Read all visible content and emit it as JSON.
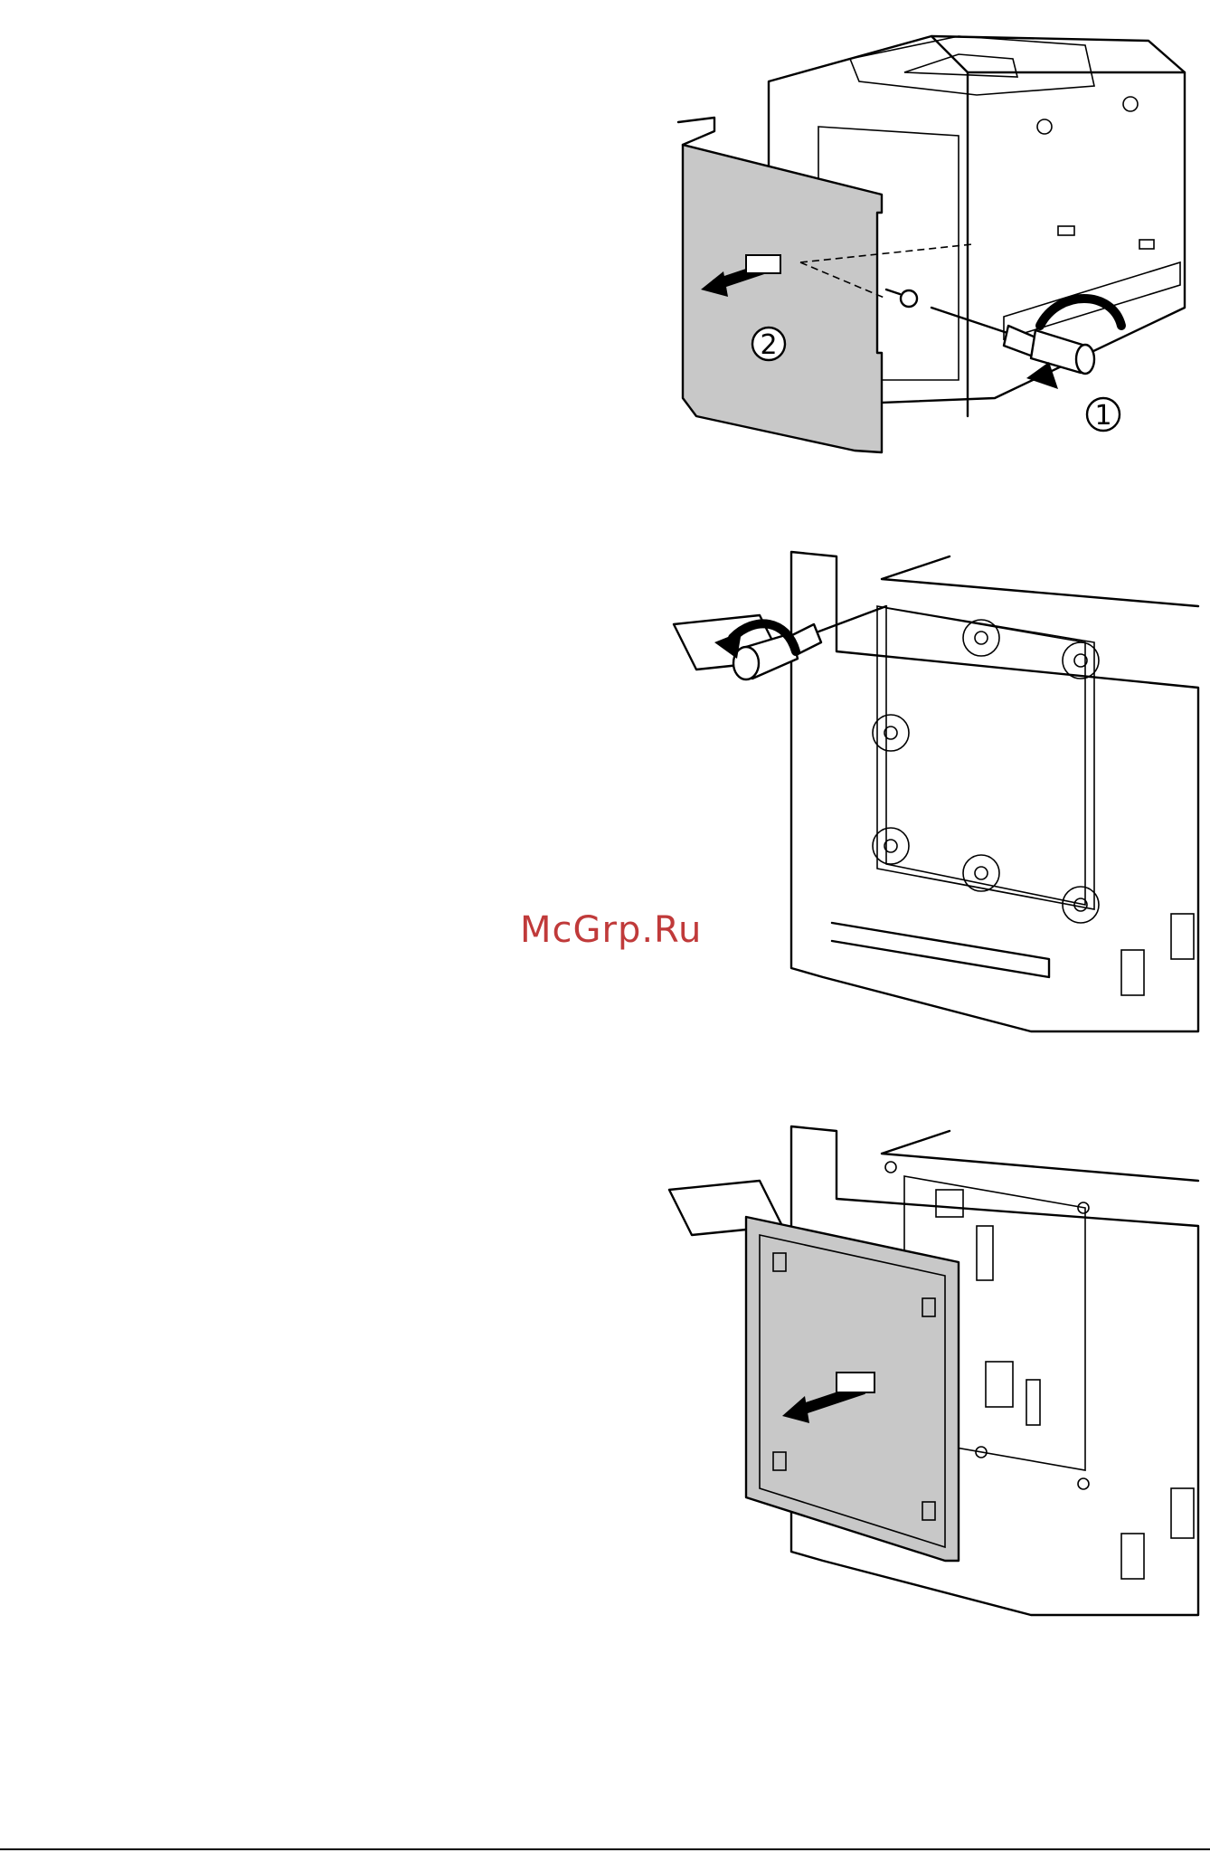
{
  "watermark": {
    "text": "McGrp.Ru",
    "color": "#c03a3a"
  },
  "figures": [
    {
      "callouts": [
        "2",
        "1"
      ],
      "icons": [
        "cover-panel",
        "screwdriver-icon",
        "screw-icon",
        "rotate-arrow-icon",
        "pull-arrow-icon"
      ]
    },
    {
      "icons": [
        "screwdriver-icon",
        "rotate-arrow-icon",
        "circled-screw-icon"
      ]
    },
    {
      "icons": [
        "metal-plate",
        "pull-arrow-icon"
      ]
    }
  ]
}
